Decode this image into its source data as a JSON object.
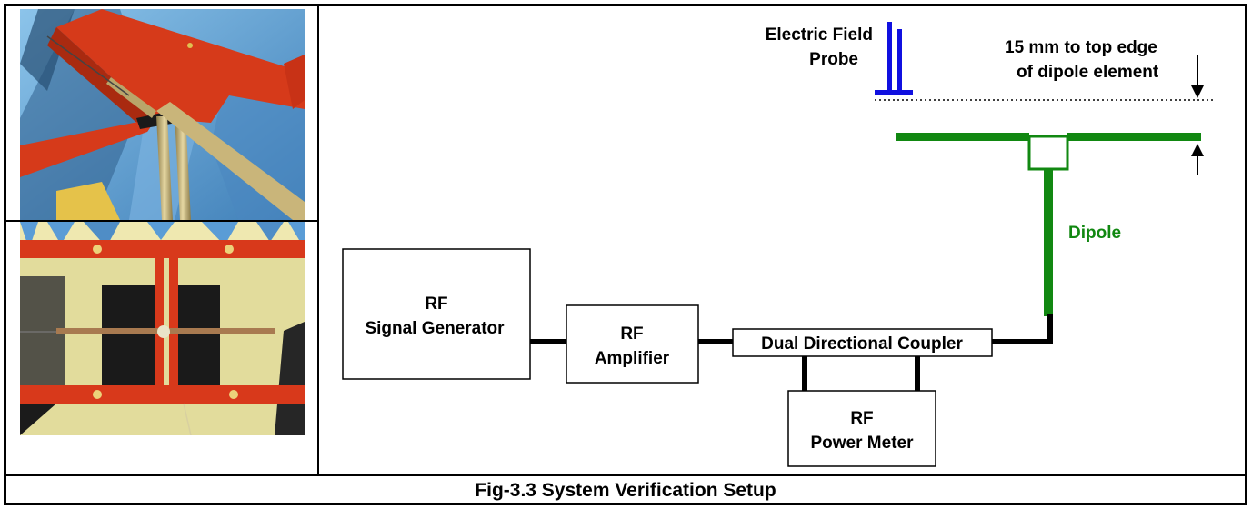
{
  "caption": "Fig-3.3 System Verification Setup",
  "diagram": {
    "probe_label_line1": "Electric Field",
    "probe_label_line2": "Probe",
    "distance_label_line1": "15 mm to top edge",
    "distance_label_line2": "of dipole element",
    "dipole_label": "Dipole",
    "signal_generator_line1": "RF",
    "signal_generator_line2": "Signal Generator",
    "amplifier_line1": "RF",
    "amplifier_line2": "Amplifier",
    "coupler_label": "Dual Directional Coupler",
    "power_meter_line1": "RF",
    "power_meter_line2": "Power Meter"
  },
  "colors": {
    "probe": "#1010e0",
    "dipole": "#118811",
    "frame_red": "#d83a1c",
    "absorber_blue": "#5a9cd6"
  }
}
